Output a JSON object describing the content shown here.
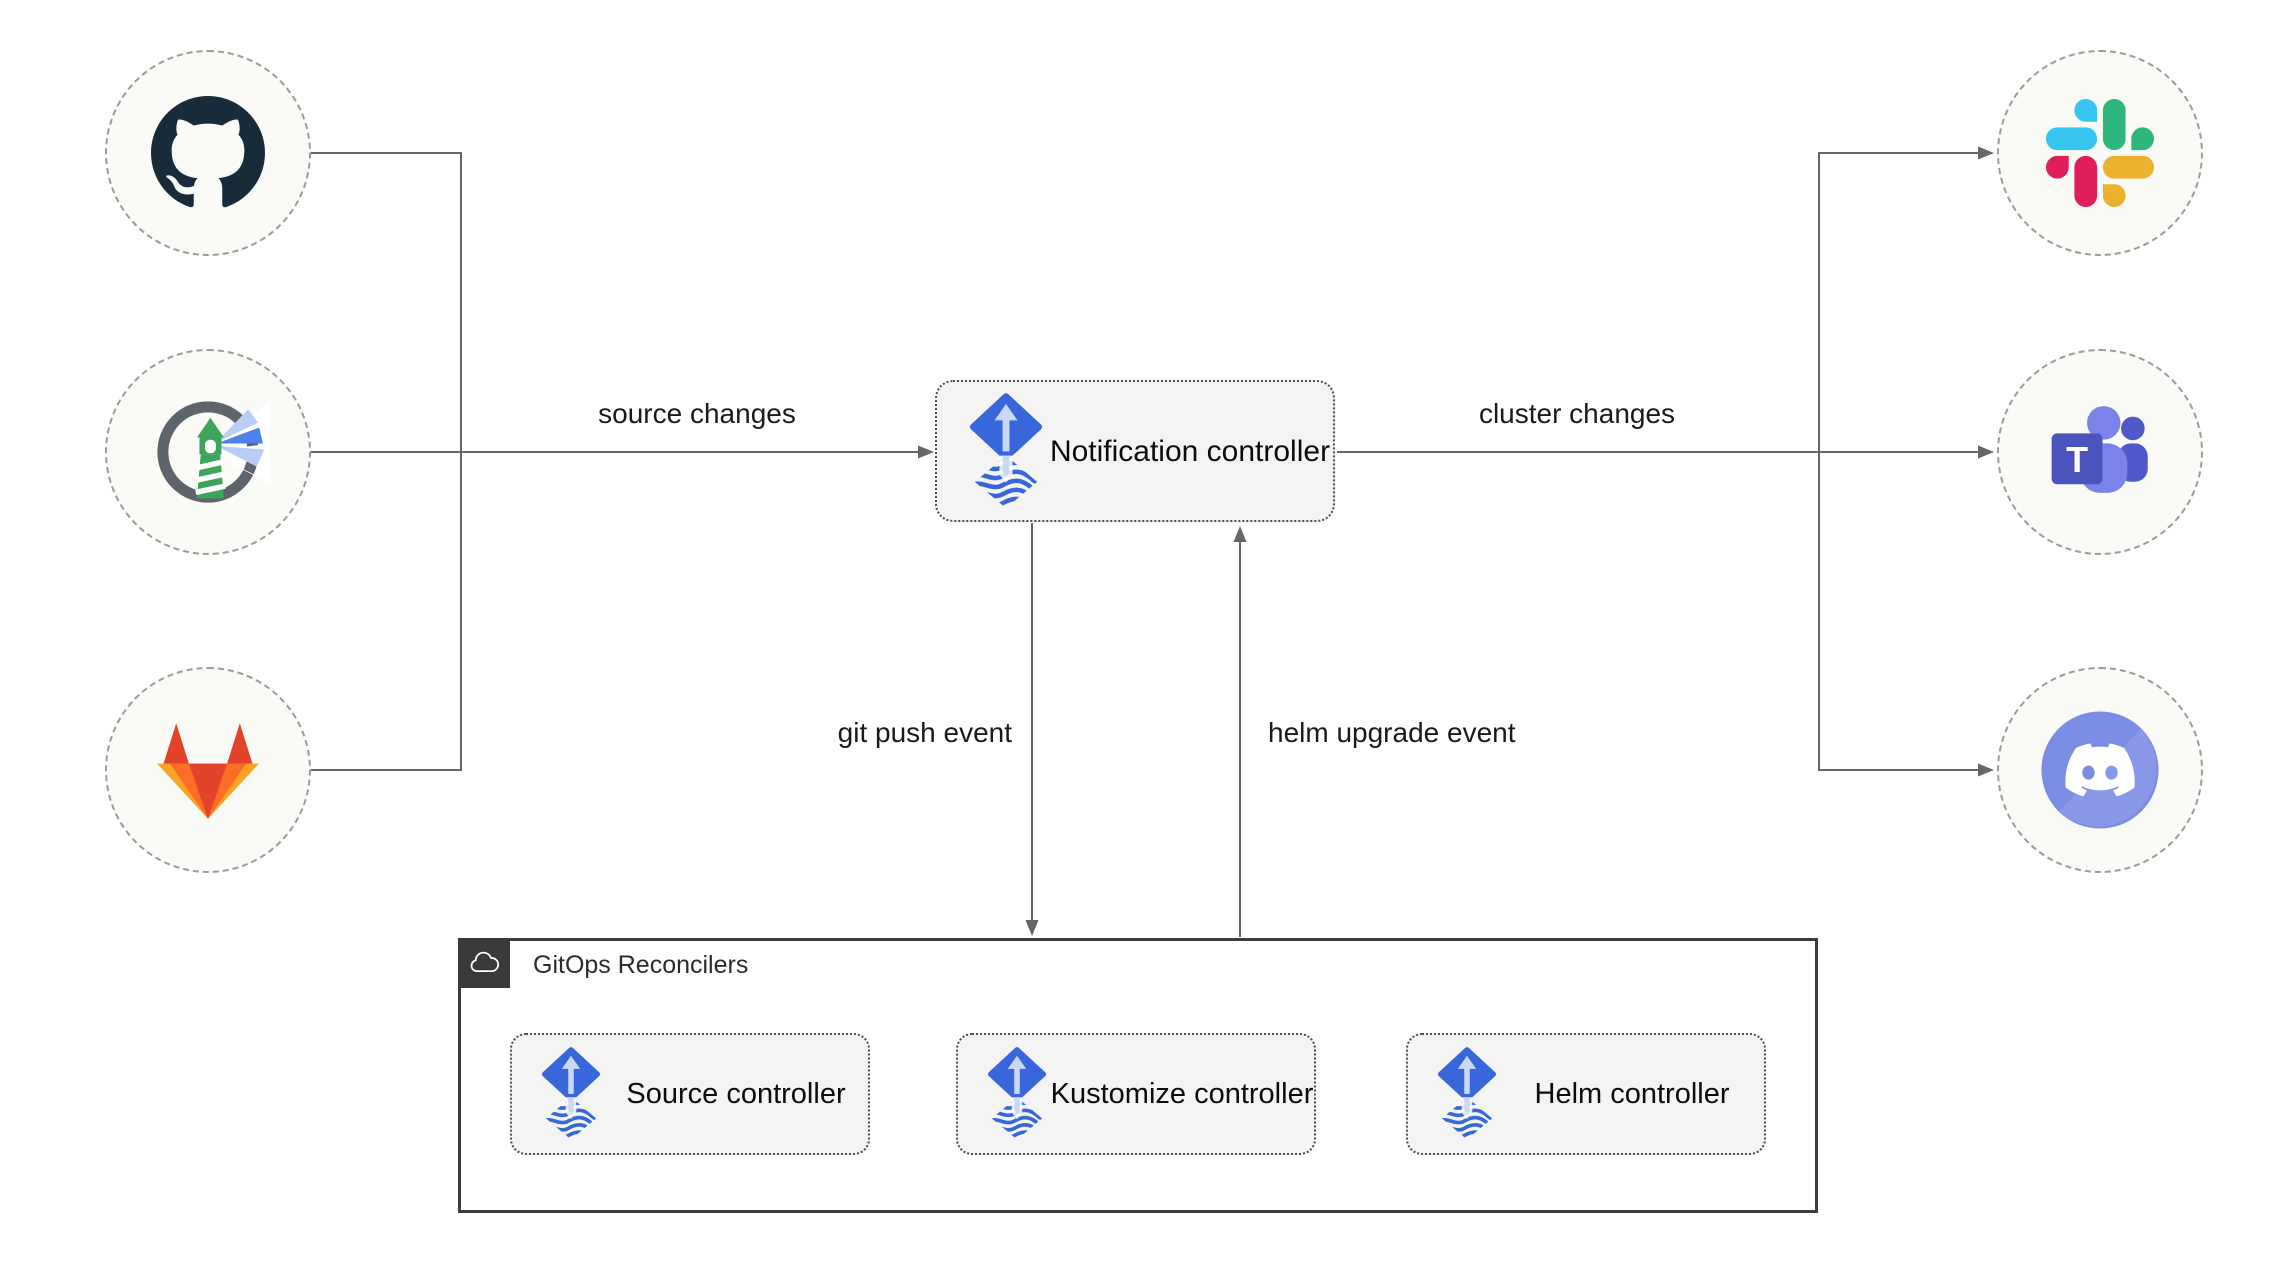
{
  "edges": {
    "source_changes": "source changes",
    "cluster_changes": "cluster changes",
    "git_push": "git push event",
    "helm_upgrade": "helm upgrade event"
  },
  "notification": {
    "label": "Notification controller",
    "icon": "flux-icon"
  },
  "sources": [
    {
      "id": "github",
      "icon": "github-icon"
    },
    {
      "id": "harbor",
      "icon": "harbor-icon"
    },
    {
      "id": "gitlab",
      "icon": "gitlab-icon"
    }
  ],
  "alerts": [
    {
      "id": "slack",
      "icon": "slack-icon"
    },
    {
      "id": "teams",
      "icon": "teams-icon",
      "letter": "T"
    },
    {
      "id": "discord",
      "icon": "discord-icon"
    }
  ],
  "reconcilers": {
    "title": "GitOps Reconcilers",
    "icon": "cloud-icon",
    "items": [
      {
        "label": "Source controller",
        "icon": "flux-icon"
      },
      {
        "label": "Kustomize controller",
        "icon": "flux-icon"
      },
      {
        "label": "Helm controller",
        "icon": "flux-icon"
      }
    ]
  },
  "colors": {
    "line": "#666666",
    "circle_fill": "#FAFAF7",
    "circle_border": "#9B9B9B",
    "node_fill": "#F4F4F4",
    "node_border": "#4D4D4D",
    "outer_border": "#3D3D3D",
    "badge_bg": "#3A3A3A",
    "flux_blue": "#3767DB",
    "flux_arrow": "#C9D8F6",
    "github_dark": "#182B3A",
    "harbor_gray": "#5E646C",
    "harbor_green": "#3DA45B",
    "harbor_beam": "#4B82EC",
    "harbor_beam_light": "#B9CDF7",
    "gitlab_red": "#E24329",
    "gitlab_orange": "#FC6D26",
    "gitlab_yellow": "#FCA326",
    "slack_blue": "#36C5F0",
    "slack_green": "#2EB67D",
    "slack_yellow": "#ECB22E",
    "slack_pink": "#E01E5A",
    "teams_purple": "#7B83EB",
    "teams_dark": "#5059C9",
    "teams_square": "#4B53BC",
    "discord_blurple": "#7B8CE4"
  }
}
